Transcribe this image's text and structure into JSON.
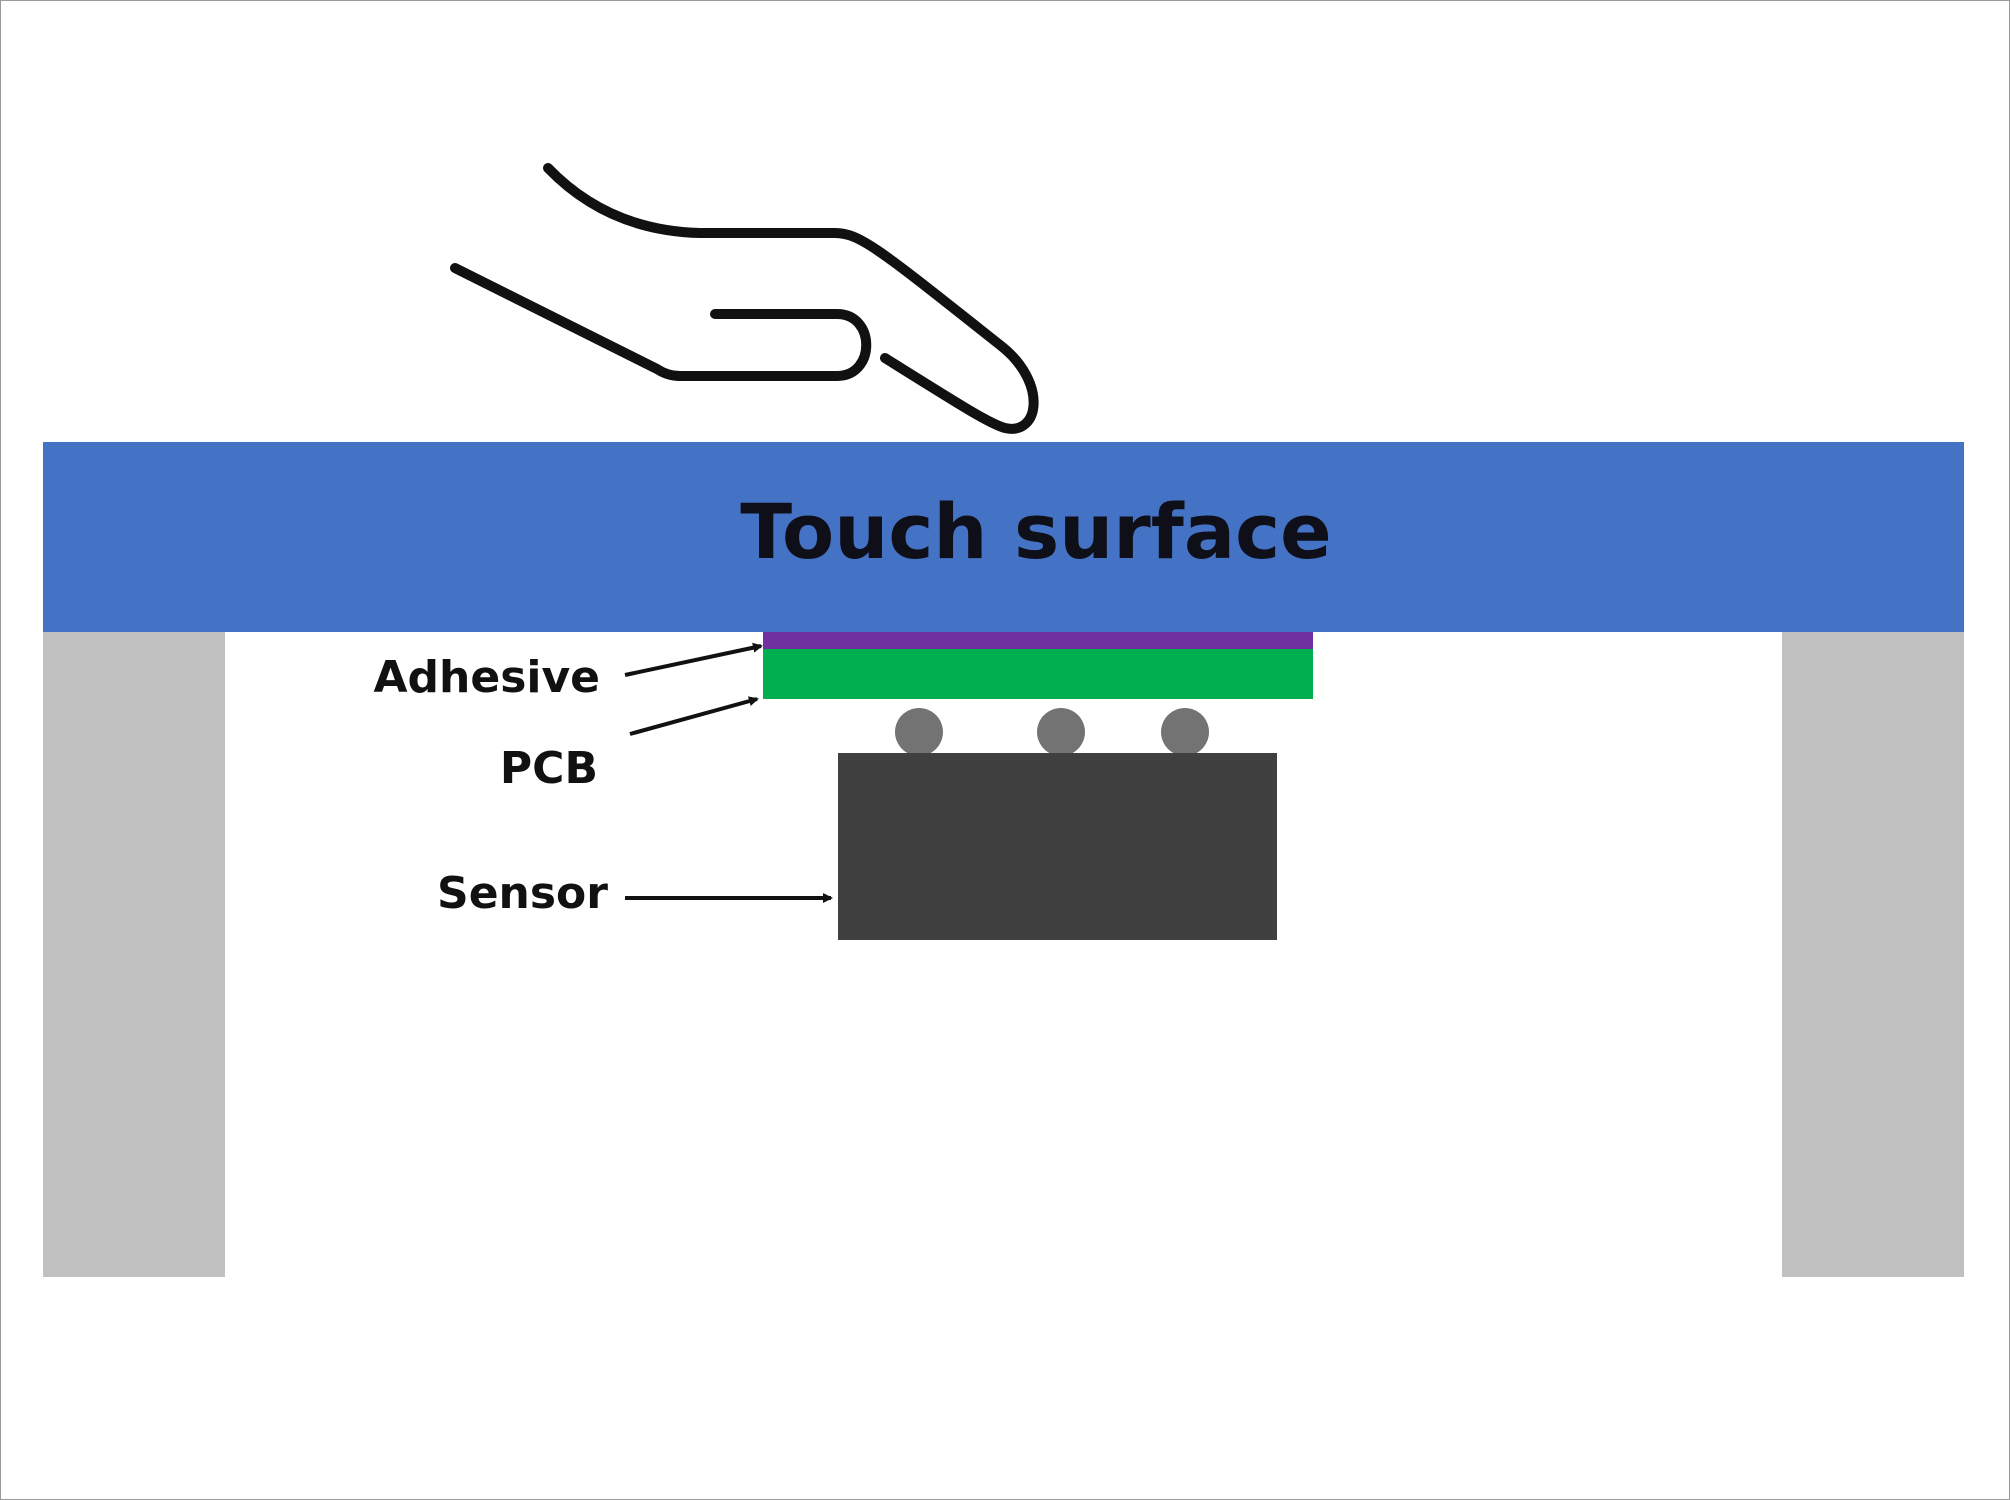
{
  "diagram": {
    "labels": {
      "touch_surface": "Touch surface",
      "adhesive": "Adhesive",
      "pcb": "PCB",
      "sensor": "Sensor"
    },
    "colors": {
      "touch_surface": "#4472c4",
      "adhesive": "#7030a0",
      "pcb": "#00b050",
      "sensor": "#404040",
      "solder_balls": "#737373",
      "supports": "#c0c0c0",
      "outline": "#111111"
    },
    "icons": [
      "hand-icon"
    ]
  }
}
